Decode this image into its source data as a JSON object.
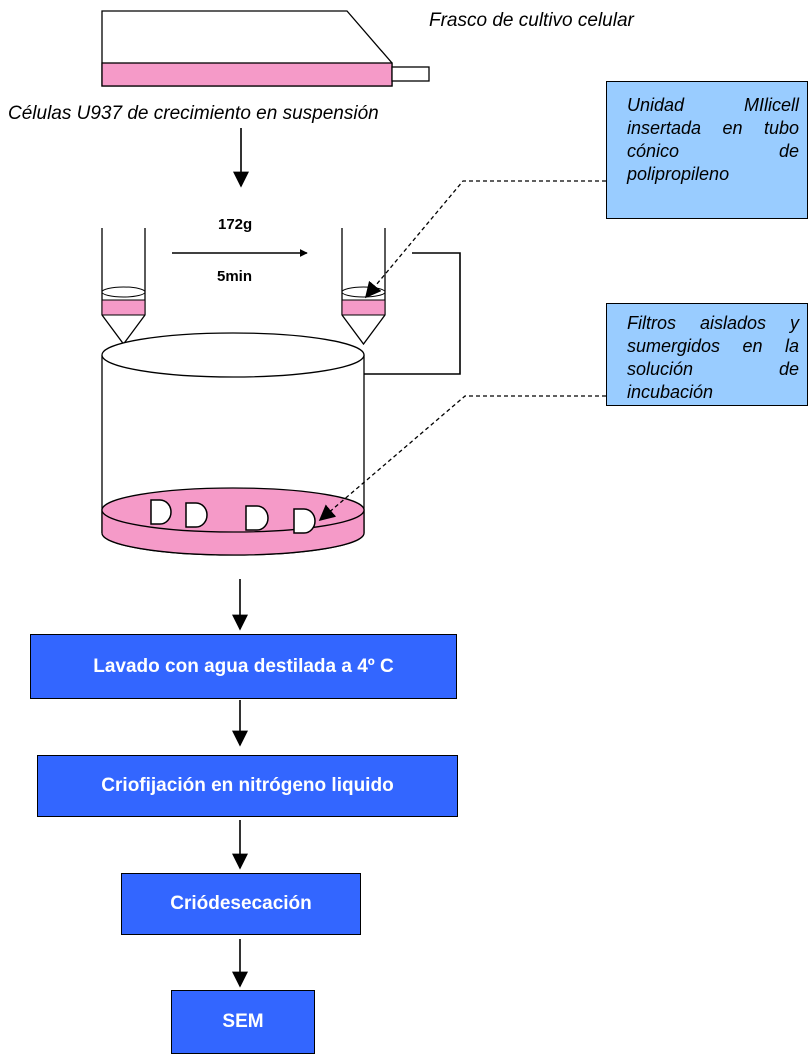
{
  "labels": {
    "flask": "Frasco de cultivo celular",
    "cells": "Células U937 de crecimiento en suspensión",
    "speed": "172g",
    "time": "5min"
  },
  "callouts": {
    "millicell": "Unidad MIlicell insertada en tubo cónico de polipropileno",
    "filters": "Filtros aislados y sumergidos en la solución de incubación"
  },
  "steps": [
    "Lavado con agua destilada a 4º C",
    "Criofijación en nitrógeno liquido",
    "Criódesecación",
    "SEM"
  ],
  "colors": {
    "medium_pink": "#f59ac8",
    "callout_blue": "#99ccff",
    "step_blue": "#3366ff",
    "step_text": "#ffffff"
  }
}
